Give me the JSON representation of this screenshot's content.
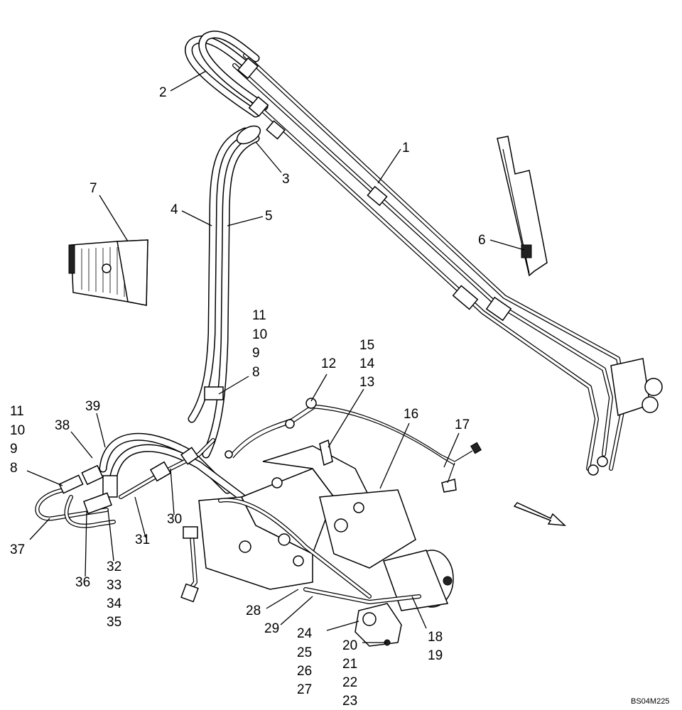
{
  "callouts": {
    "c1": "1",
    "c2": "2",
    "c3": "3",
    "c4": "4",
    "c5": "5",
    "c6": "6",
    "c7": "7",
    "c8a": "8",
    "c9a": "9",
    "c10a": "10",
    "c11a": "11",
    "c8b": "8",
    "c9b": "9",
    "c10b": "10",
    "c11b": "11",
    "c12": "12",
    "c13": "13",
    "c14": "14",
    "c15": "15",
    "c16": "16",
    "c17": "17",
    "c18": "18",
    "c19": "19",
    "c20": "20",
    "c21": "21",
    "c22": "22",
    "c23": "23",
    "c24": "24",
    "c25": "25",
    "c26": "26",
    "c27": "27",
    "c28": "28",
    "c29": "29",
    "c30": "30",
    "c31": "31",
    "c32": "32",
    "c33": "33",
    "c34": "34",
    "c35": "35",
    "c36": "36",
    "c37": "37",
    "c38": "38",
    "c39": "39"
  },
  "reference_code": "BS04M225"
}
